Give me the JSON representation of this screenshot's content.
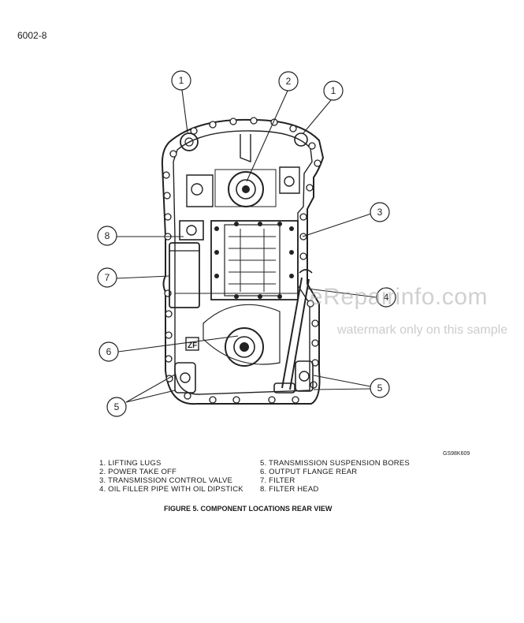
{
  "page_number": "6002-8",
  "figure_code": "GS98K609",
  "figure_caption": "FIGURE 5. COMPONENT LOCATIONS REAR VIEW",
  "callouts": [
    "1",
    "2",
    "1",
    "3",
    "8",
    "7",
    "4",
    "6",
    "5",
    "5"
  ],
  "legend_left": [
    "1.  LIFTING LUGS",
    "2.  POWER TAKE OFF",
    "3.  TRANSMISSION CONTROL VALVE",
    "4.  OIL FILLER PIPE WITH OIL DIPSTICK"
  ],
  "legend_right": [
    "5.  TRANSMISSION SUSPENSION BORES",
    "6.  OUTPUT FLANGE REAR",
    "7.  FILTER",
    "8.  FILTER HEAD"
  ],
  "watermark": {
    "title": "eRepairinfo.com",
    "subtitle": "watermark only on this sample"
  }
}
